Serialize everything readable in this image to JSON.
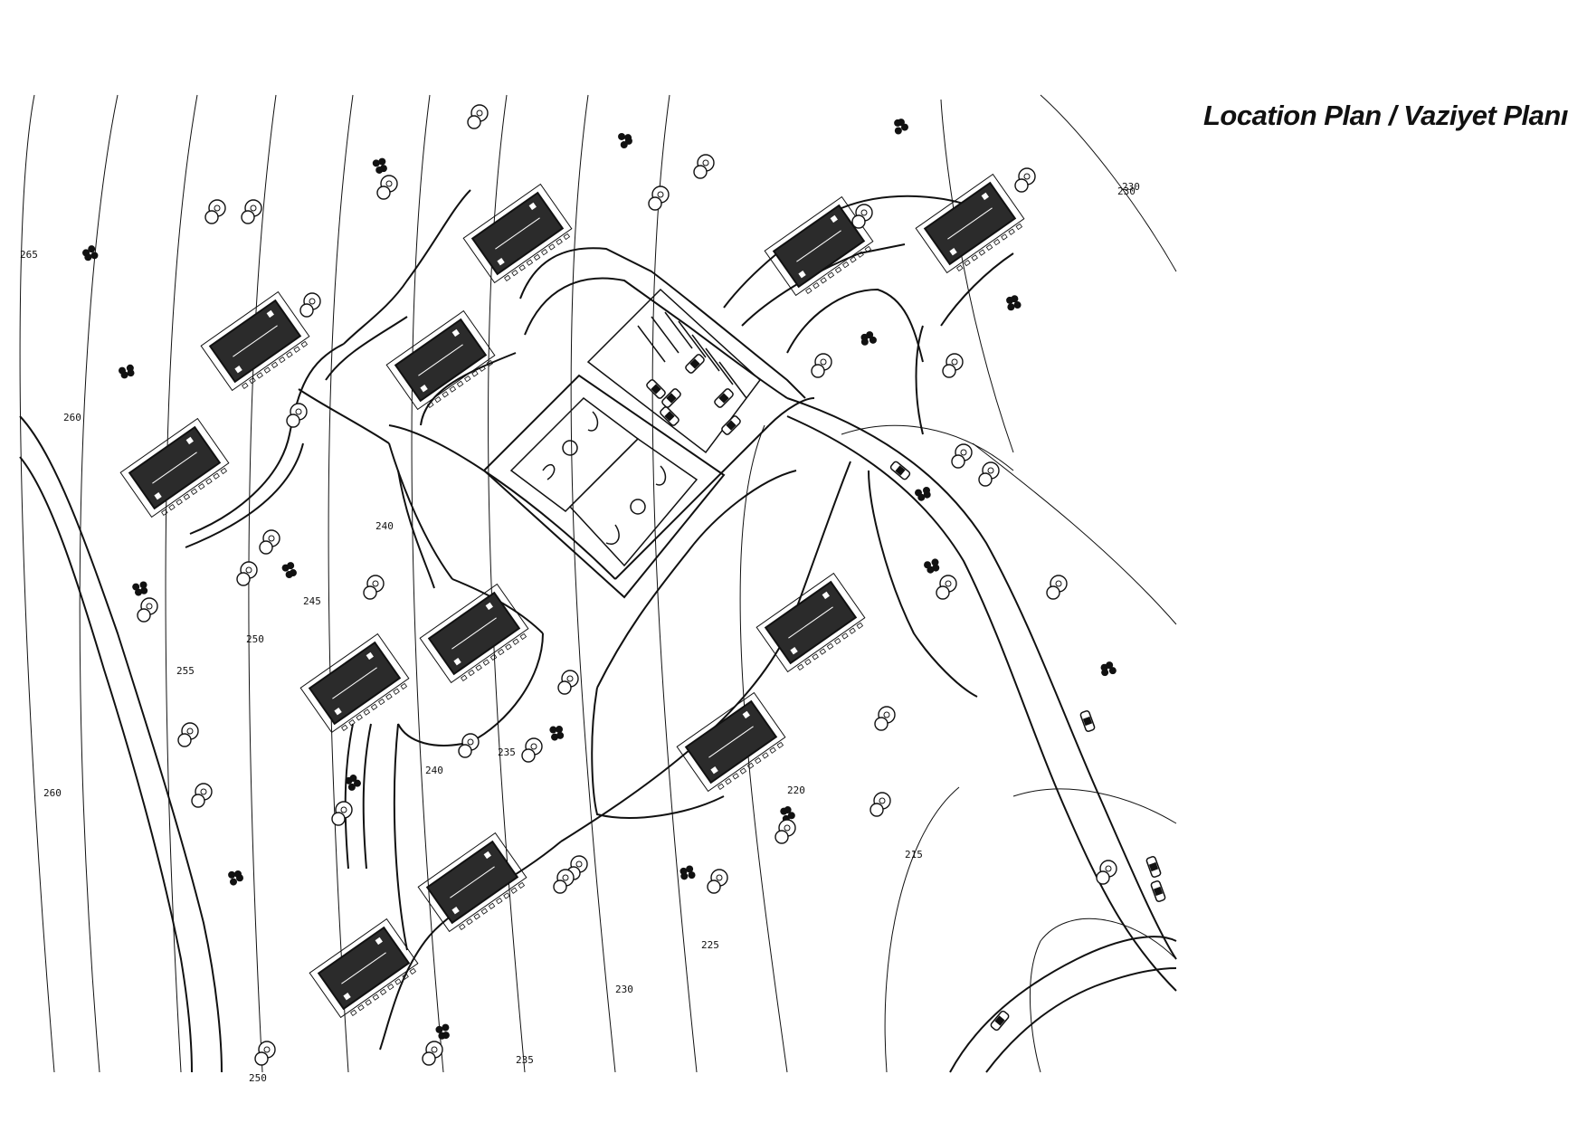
{
  "title": "Location Plan / Vaziyet Planı",
  "contour_labels": [
    "265",
    "260",
    "260",
    "255",
    "250",
    "245",
    "240",
    "240",
    "235",
    "235",
    "230",
    "230",
    "225",
    "220",
    "215",
    "230",
    "250"
  ],
  "colors": {
    "line": "#111111",
    "roof": "#2b2b2b",
    "background": "#ffffff"
  },
  "icons": [
    "house-icon",
    "tree-icon",
    "shrub-icon",
    "car-icon",
    "basketball-court-icon"
  ]
}
